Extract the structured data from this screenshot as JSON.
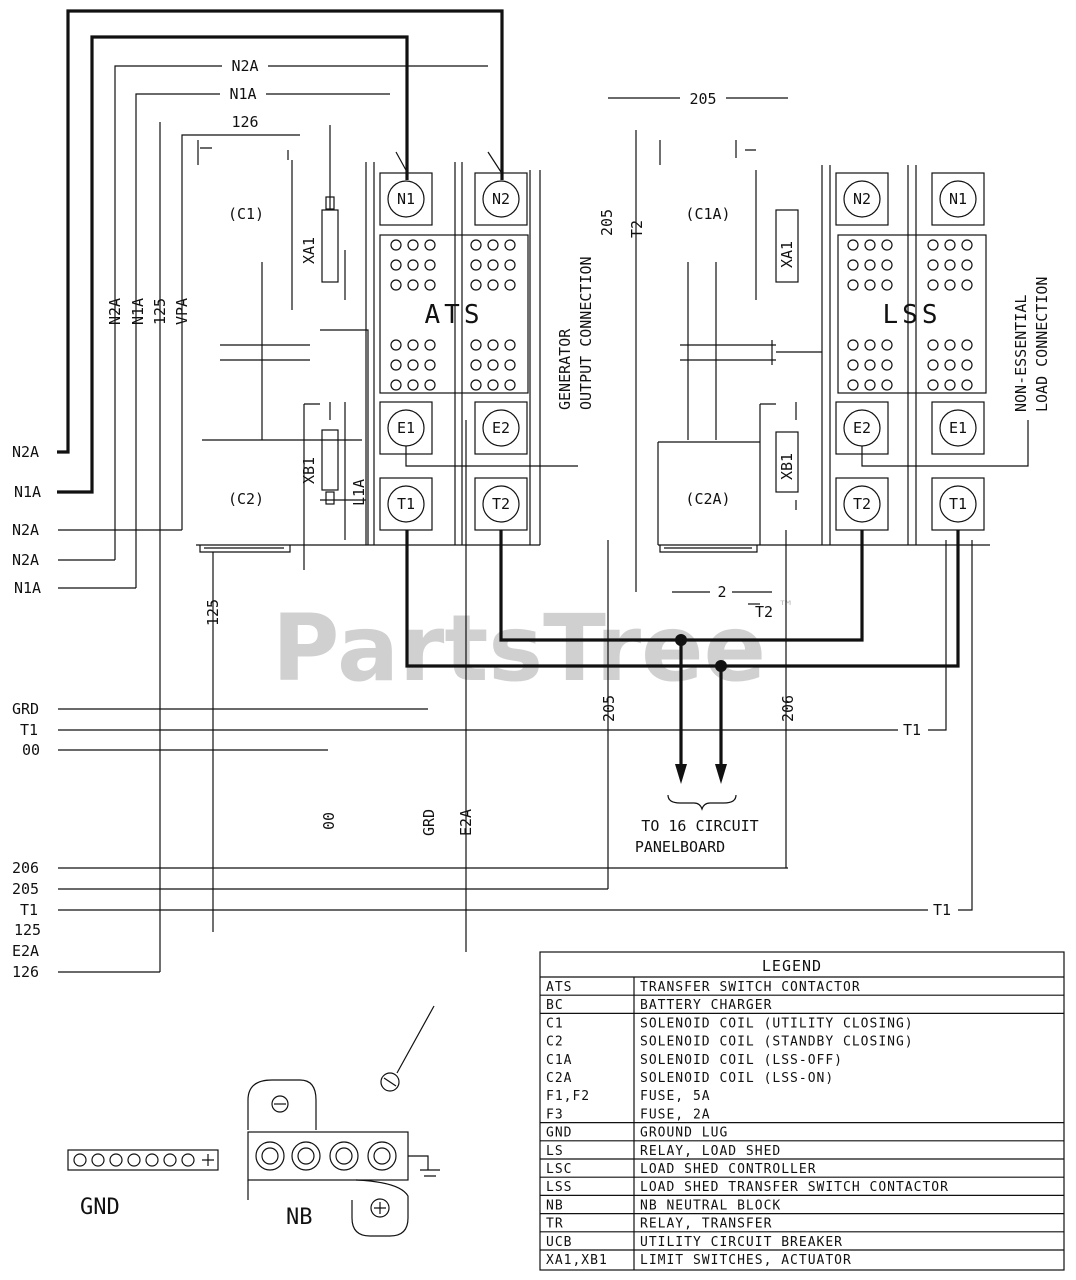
{
  "left_wire_labels": [
    "N2A",
    "N1A",
    "N2A",
    "N2A",
    "N1A",
    "GRD",
    "T1",
    "00",
    "206",
    "205",
    "T1",
    "125",
    "E2A",
    "126"
  ],
  "top_wire_labels": {
    "n2a": "N2A",
    "n1a": "N1A",
    "w126": "126",
    "w205": "205"
  },
  "vertical_labels": {
    "n2a": "N2A",
    "n1a": "N1A",
    "w125": "125",
    "vpa": "VPA",
    "w125b": "125",
    "w00": "00",
    "grd": "GRD",
    "e2a": "E2A",
    "l1a": "L1A",
    "w205": "205",
    "w206": "206",
    "t2": "T2"
  },
  "ats": {
    "name": "ATS",
    "coils": {
      "c1": "(C1)",
      "c2": "(C2)"
    },
    "switches": {
      "xa1": "XA1",
      "xb1": "XB1"
    },
    "terminals": {
      "n1": "N1",
      "n2": "N2",
      "e1": "E1",
      "e2": "E2",
      "t1": "T1",
      "t2": "T2"
    }
  },
  "lss": {
    "name": "LSS",
    "coils": {
      "c1a": "(C1A)",
      "c2a": "(C2A)"
    },
    "switches": {
      "xa1": "XA1",
      "xb1": "XB1"
    },
    "terminals": {
      "n1": "N1",
      "n2": "N2",
      "e1": "E1",
      "e2": "E2",
      "t1": "T1",
      "t2": "T2"
    }
  },
  "generator_label": [
    "GENERATOR",
    "OUTPUT CONNECTION",
    "205"
  ],
  "load_label": [
    "NON-ESSENTIAL",
    "LOAD CONNECTION"
  ],
  "t2_labels": [
    "2",
    "T2"
  ],
  "t1_right_labels": [
    "T1",
    "T1"
  ],
  "panelboard_label": [
    "TO 16 CIRCUIT",
    "PANELBOARD"
  ],
  "gnd_label": "GND",
  "nb_label": "NB",
  "watermark": "PartsTree",
  "watermark_tm": "™",
  "legend": {
    "title": "LEGEND",
    "rows": [
      {
        "code": "ATS",
        "desc": "TRANSFER SWITCH CONTACTOR"
      },
      {
        "code": "BC",
        "desc": "BATTERY CHARGER"
      },
      {
        "code": "C1\nC2\nC1A\nC2A\nF1,F2\nF3",
        "desc": "SOLENOID COIL (UTILITY CLOSING)\nSOLENOID COIL (STANDBY CLOSING)\nSOLENOID COIL (LSS-OFF)\nSOLENOID COIL (LSS-ON)\nFUSE, 5A\nFUSE, 2A"
      },
      {
        "code": "GND",
        "desc": "GROUND LUG"
      },
      {
        "code": "LS",
        "desc": "RELAY, LOAD SHED"
      },
      {
        "code": "LSC",
        "desc": "LOAD SHED CONTROLLER"
      },
      {
        "code": "LSS",
        "desc": "LOAD SHED TRANSFER SWITCH CONTACTOR"
      },
      {
        "code": "NB",
        "desc": "NB  NEUTRAL BLOCK"
      },
      {
        "code": "TR",
        "desc": "RELAY, TRANSFER"
      },
      {
        "code": "UCB",
        "desc": "UTILITY CIRCUIT BREAKER"
      },
      {
        "code": "XA1,XB1",
        "desc": "LIMIT SWITCHES, ACTUATOR"
      }
    ]
  }
}
